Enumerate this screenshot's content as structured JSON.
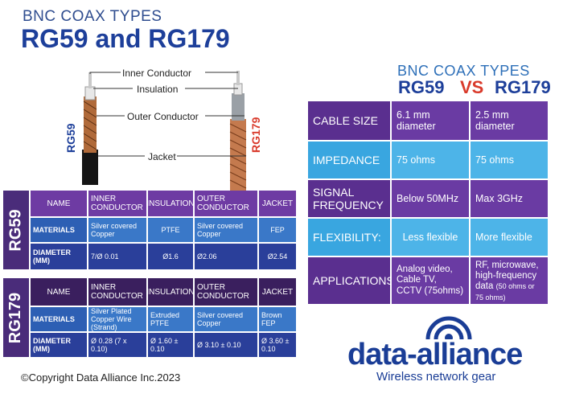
{
  "header": {
    "subtitle": "BNC COAX TYPES",
    "title": "RG59 and RG179"
  },
  "diagram": {
    "labels": {
      "inner": "Inner Conductor",
      "insulation": "Insulation",
      "outer": "Outer Conductor",
      "jacket": "Jacket"
    },
    "rg59": "RG59",
    "rg179": "RG179",
    "colors": {
      "rg59": "#1d3f9a",
      "rg179": "#d93a2b"
    }
  },
  "rg59_table": {
    "tag": "RG59",
    "headers": [
      "NAME",
      "INNER CONDUCTOR",
      "INSULATION",
      "OUTER CONDUCTOR",
      "JACKET"
    ],
    "rows": [
      {
        "label": "MATERIALS",
        "values": [
          "Silver covered Copper",
          "PTFE",
          "Silver covered Copper",
          "FEP"
        ]
      },
      {
        "label": "DIAMETER (MM)",
        "values": [
          "7/Ø 0.01",
          "Ø1.6",
          "Ø2.06",
          "Ø2.54"
        ]
      }
    ]
  },
  "rg179_table": {
    "tag": "RG179",
    "headers": [
      "NAME",
      "INNER CONDUCTOR",
      "INSULATION",
      "OUTER CONDUCTOR",
      "JACKET"
    ],
    "rows": [
      {
        "label": "MATERIALS",
        "values": [
          "Silver Plated Copper Wire (Strand)",
          "Extruded PTFE",
          "Silver covered Copper",
          "Brown FEP"
        ]
      },
      {
        "label": "DIAMETER (MM)",
        "values": [
          "Ø 0.28 (7 x 0.10)",
          "Ø 1.60 ± 0.10",
          "Ø 3.10 ± 0.10",
          "Ø 3.60 ± 0.10"
        ]
      }
    ]
  },
  "comparison": {
    "subtitle": "BNC COAX TYPES",
    "left": "RG59",
    "vs": "VS",
    "right": "RG179",
    "rows": [
      {
        "label": "CABLE SIZE",
        "a": "6.1 mm diameter",
        "b": "2.5 mm diameter"
      },
      {
        "label": "IMPEDANCE",
        "a": "75 ohms",
        "b": "75 ohms"
      },
      {
        "label": "SIGNAL FREQUENCY",
        "a": "Below 50MHz",
        "b": "Max 3GHz"
      },
      {
        "label": "FLEXIBILITY:",
        "a": "Less flexible",
        "b": "More flexible"
      },
      {
        "label": "APPLICATIONS",
        "a": "Analog video, Cable TV, CCTV (75ohms)",
        "b": "RF, microwave, high-frequency data",
        "b_note": "(50 ohms or 75 ohms)"
      }
    ]
  },
  "logo": {
    "name": "data-alliance",
    "tagline": "Wireless network gear"
  },
  "copyright": "©Copyright Data Alliance Inc.2023"
}
